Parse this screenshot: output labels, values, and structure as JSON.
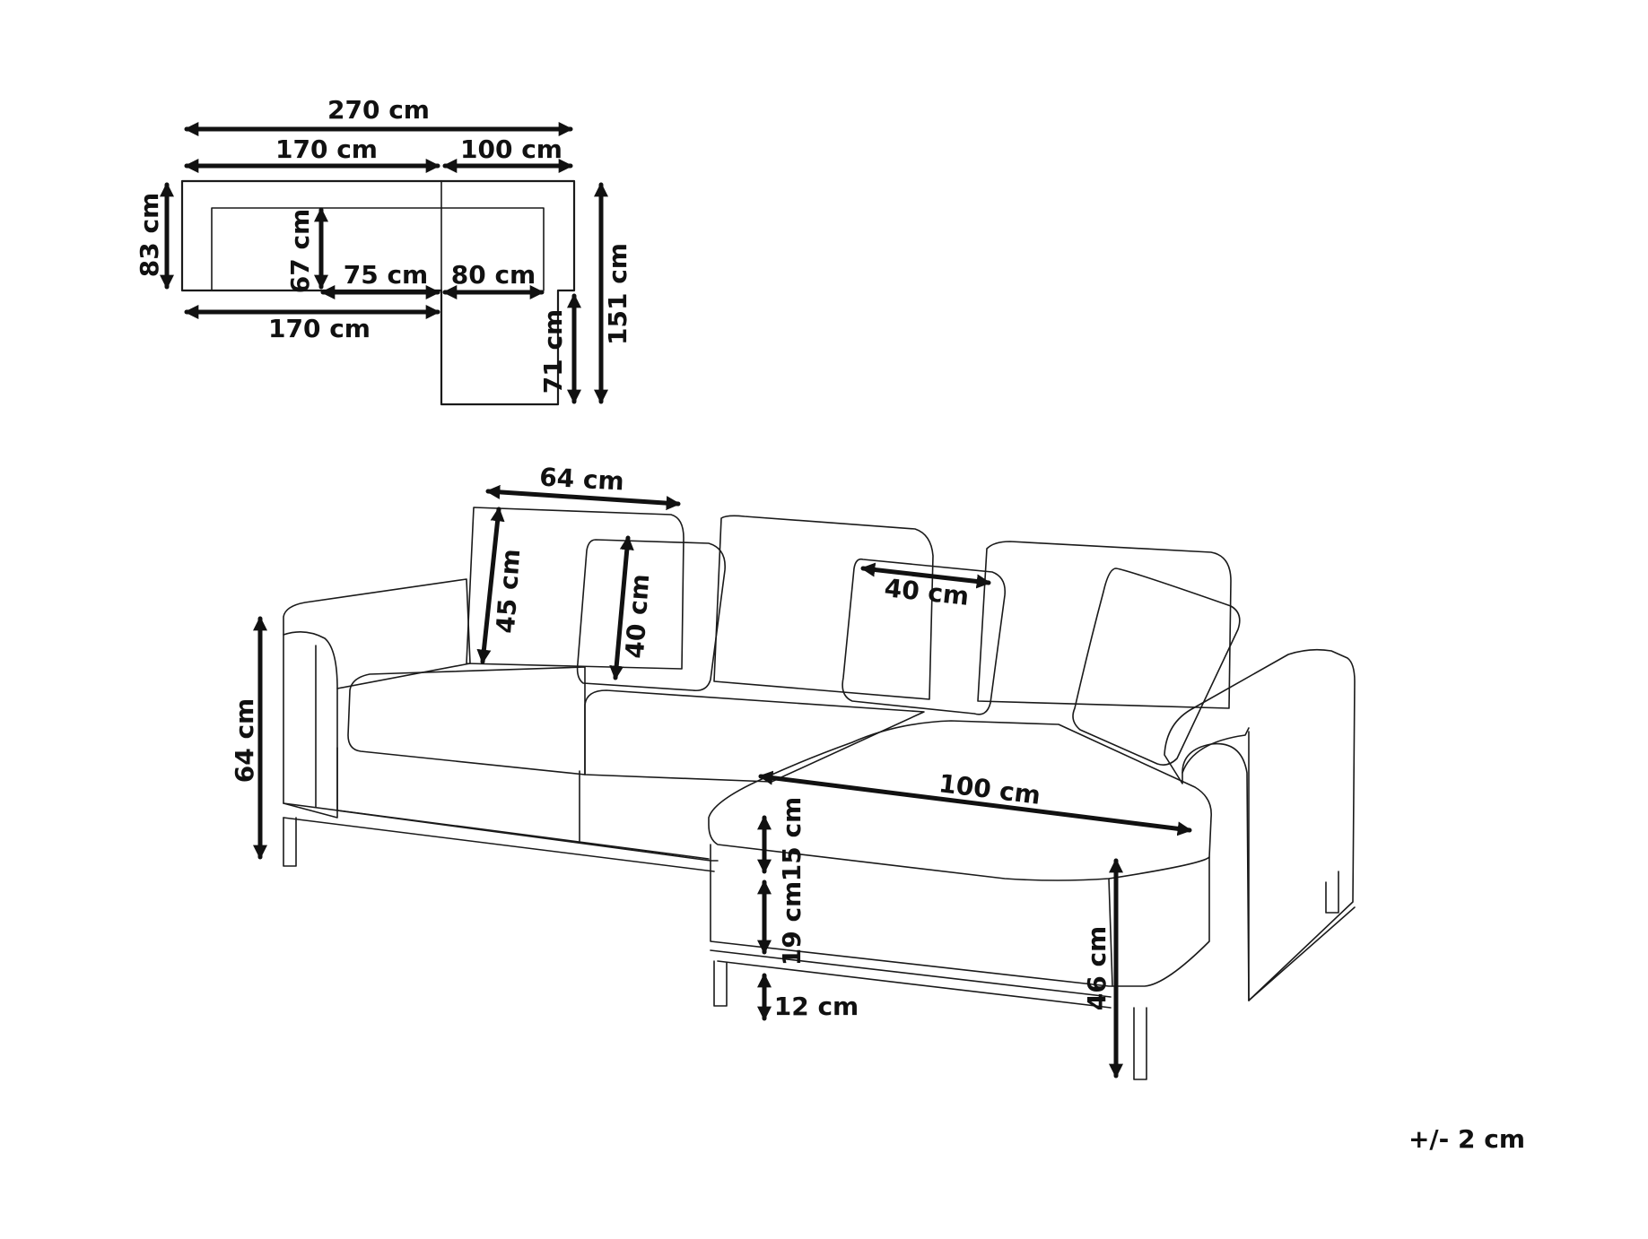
{
  "plan_view": {
    "total_width": "270 cm",
    "sofa_width": "170 cm",
    "chaise_width": "100 cm",
    "depth": "83 cm",
    "inner_depth": "67 cm",
    "seat_width_1": "75 cm",
    "seat_width_2": "80 cm",
    "sofa_width_bottom": "170 cm",
    "chaise_extension": "71 cm",
    "total_depth": "151 cm"
  },
  "sofa_view": {
    "cushion_width": "64 cm",
    "cushion_height": "45 cm",
    "pillow_height": "40 cm",
    "pillow_width": "40 cm",
    "back_height": "64 cm",
    "chaise_length": "100 cm",
    "seat_cushion_height": "15 cm",
    "base_height": "19 cm",
    "leg_height": "12 cm",
    "seat_height": "46 cm"
  },
  "tolerance": "+/- 2 cm",
  "colors": {
    "line": "#1a1a1a",
    "background": "#ffffff"
  }
}
